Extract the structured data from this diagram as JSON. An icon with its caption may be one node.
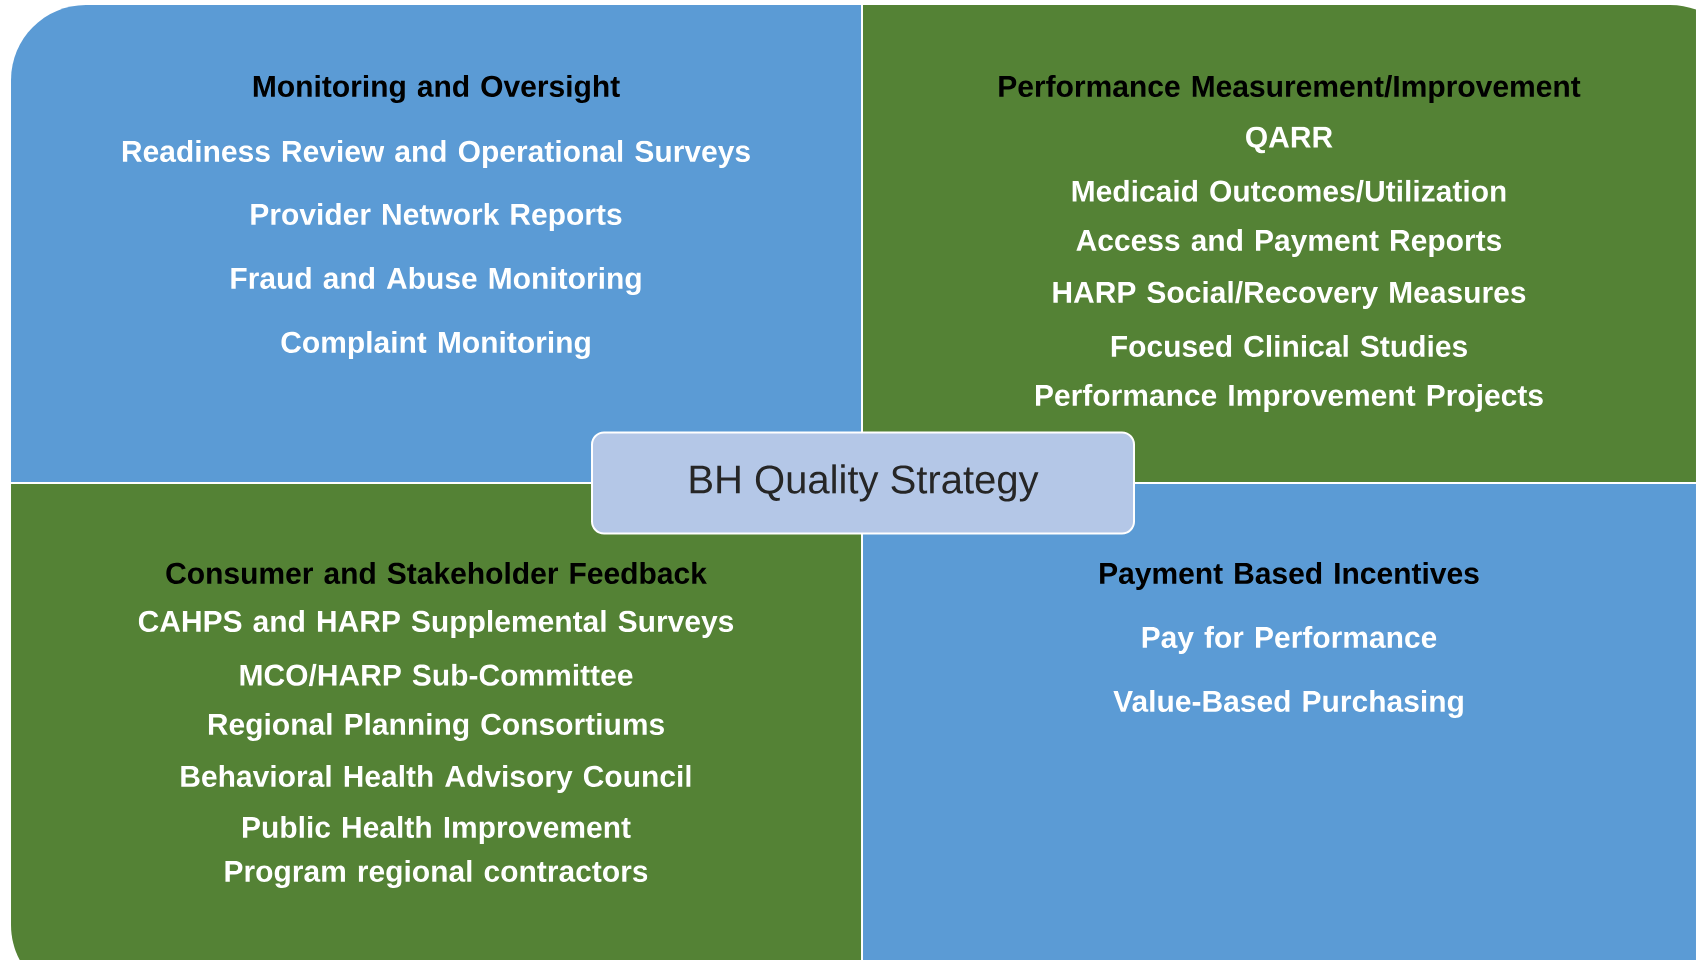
{
  "diagram": {
    "nodes": [
      {
        "text": [
          "Monitoring and Oversight",
          "Readiness Review and Operational Surveys",
          "Provider Network Reports",
          "Fraud and Abuse Monitoring",
          "Complaint Monitoring"
        ]
      },
      {
        "text": [
          "Performance Measurement/Improvement",
          "QARR",
          "Medicaid Outcomes/Utilization",
          "Access and Payment Reports",
          "HARP Social/Recovery Measures",
          "Focused Clinical Studies",
          "Performance Improvement Projects"
        ]
      },
      {
        "text": [
          "BH Quality Strategy"
        ]
      },
      {
        "text": [
          "Consumer and Stakeholder Feedback",
          "CAHPS and HARP Supplemental Surveys",
          "MCO/HARP Sub-Committee",
          "Regional Planning Consortiums",
          "Behavioral Health Advisory Council",
          "Public Health Improvement Program regional contractors"
        ]
      },
      {
        "text": [
          "Payment Based Incentives",
          "Pay for Performance",
          "Value-Based Purchasing"
        ]
      }
    ]
  }
}
